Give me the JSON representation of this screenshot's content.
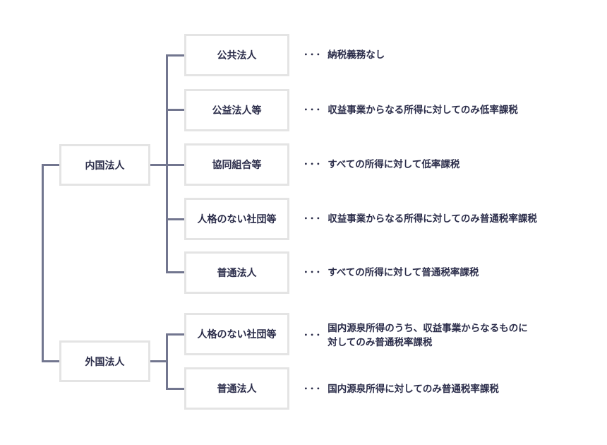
{
  "diagram": {
    "roots": [
      {
        "label": "内国法人",
        "children": [
          {
            "label": "公共法人",
            "description": "納税義務なし"
          },
          {
            "label": "公益法人等",
            "description": "収益事業からなる所得に対してのみ低率課税"
          },
          {
            "label": "協同組合等",
            "description": "すべての所得に対して低率課税"
          },
          {
            "label": "人格のない社団等",
            "description": "収益事業からなる所得に対してのみ普通税率課税"
          },
          {
            "label": "普通法人",
            "description": "すべての所得に対して普通税率課税"
          }
        ]
      },
      {
        "label": "外国法人",
        "children": [
          {
            "label": "人格のない社団等",
            "description_line1": "国内源泉所得のうち、収益事業からなるものに",
            "description_line2": "対してのみ普通税率課税"
          },
          {
            "label": "普通法人",
            "description": "国内源泉所得に対してのみ普通税率課税"
          }
        ]
      }
    ],
    "separator": "･･･",
    "line_color": "#72768f",
    "box_border_color": "#e4e4e4",
    "text_color": "#2b2d4a"
  }
}
